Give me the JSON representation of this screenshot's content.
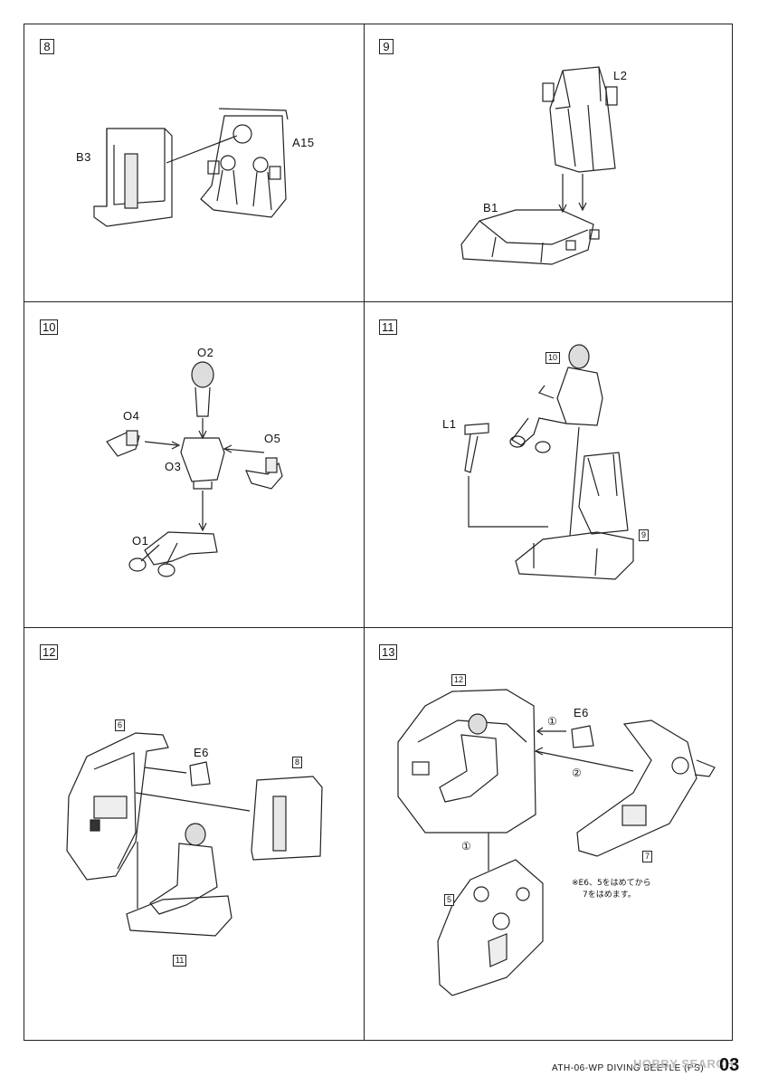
{
  "steps": {
    "s8": "8",
    "s9": "9",
    "s10": "10",
    "s11": "11",
    "s12": "12",
    "s13": "13"
  },
  "parts": {
    "b3": "B3",
    "a15": "A15",
    "l2": "L2",
    "b1": "B1",
    "o1": "O1",
    "o2": "O2",
    "o3": "O3",
    "o4": "O4",
    "o5": "O5",
    "l1": "L1",
    "e6_12": "E6",
    "e6_13": "E6"
  },
  "refs": {
    "p11_10": "10",
    "p11_9": "9",
    "p12_6": "6",
    "p12_8": "8",
    "p12_11": "11",
    "p13_12": "12",
    "p13_5": "5",
    "p13_7": "7"
  },
  "order": {
    "c1a": "①",
    "c2": "②",
    "c1b": "①"
  },
  "note": {
    "line1": "※E6、5をはめてから",
    "line2": "7をはめます。"
  },
  "footer": {
    "code": "ATH-06-WP DIVING BEETLE (PS)",
    "watermark": "HOBBY SEARCH",
    "page": "03"
  }
}
